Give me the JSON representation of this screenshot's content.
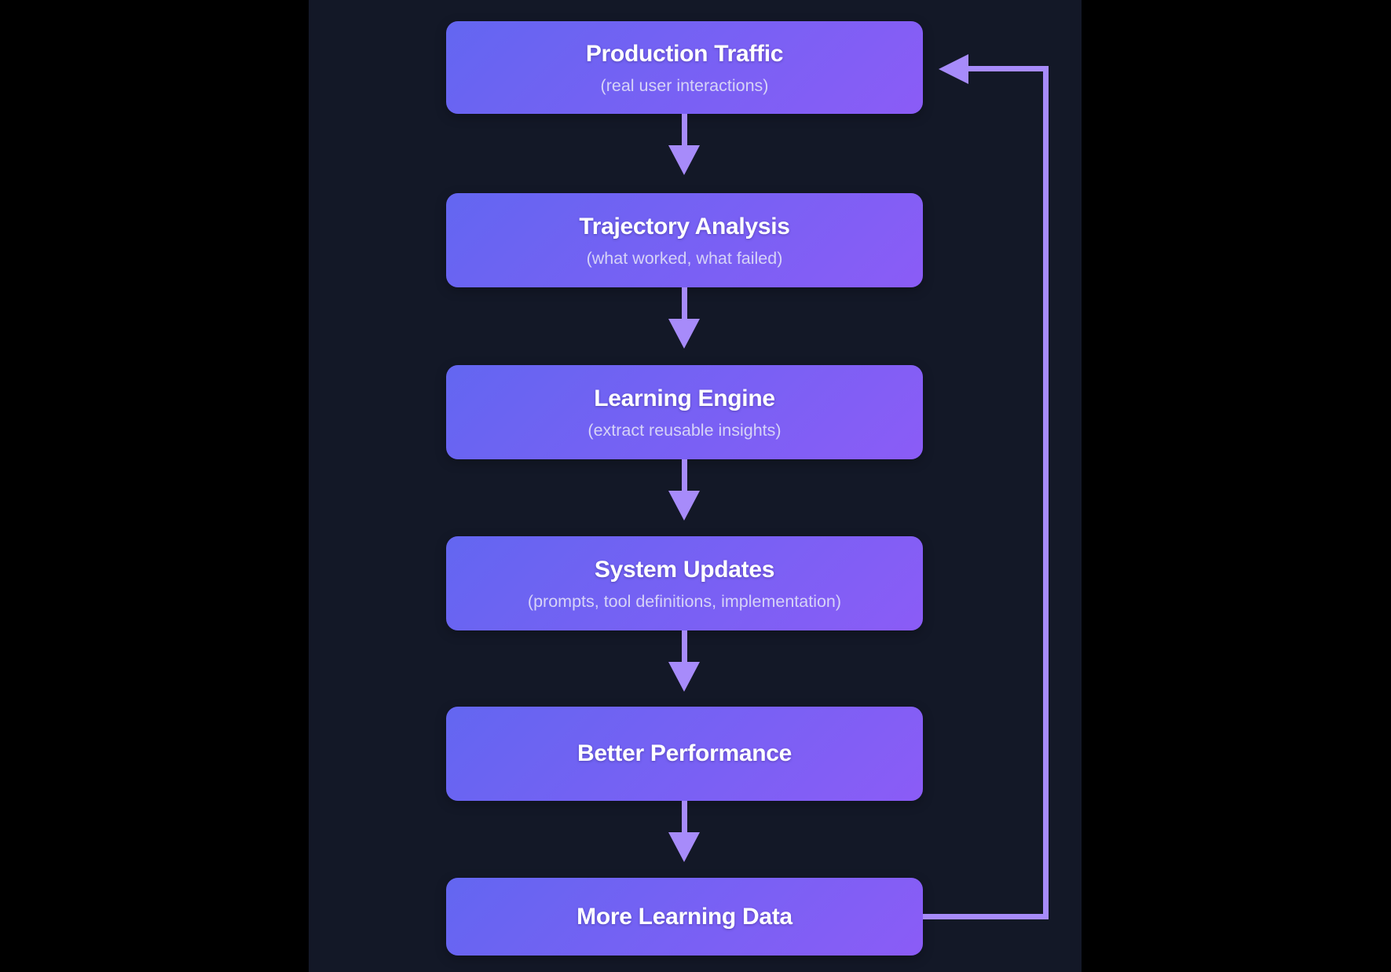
{
  "diagram": {
    "type": "flowchart",
    "nodes": [
      {
        "id": "production-traffic",
        "title": "Production Traffic",
        "subtitle": "(real user interactions)"
      },
      {
        "id": "trajectory-analysis",
        "title": "Trajectory Analysis",
        "subtitle": "(what worked, what failed)"
      },
      {
        "id": "learning-engine",
        "title": "Learning Engine",
        "subtitle": "(extract reusable insights)"
      },
      {
        "id": "system-updates",
        "title": "System Updates",
        "subtitle": "(prompts, tool definitions, implementation)"
      },
      {
        "id": "better-performance",
        "title": "Better Performance",
        "subtitle": ""
      },
      {
        "id": "more-learning-data",
        "title": "More Learning Data",
        "subtitle": ""
      }
    ],
    "edges": [
      {
        "from": "production-traffic",
        "to": "trajectory-analysis",
        "type": "down-arrow"
      },
      {
        "from": "trajectory-analysis",
        "to": "learning-engine",
        "type": "down-arrow"
      },
      {
        "from": "learning-engine",
        "to": "system-updates",
        "type": "down-arrow"
      },
      {
        "from": "system-updates",
        "to": "better-performance",
        "type": "down-arrow"
      },
      {
        "from": "better-performance",
        "to": "more-learning-data",
        "type": "down-arrow"
      },
      {
        "from": "more-learning-data",
        "to": "production-traffic",
        "type": "feedback-loop-right"
      }
    ],
    "colors": {
      "outer_background": "#000000",
      "panel_background": "#131827",
      "node_gradient_from": "#6366f1",
      "node_gradient_to": "#8b5cf6",
      "node_title_text": "#ffffff",
      "node_subtitle_text": "#d6d3f7",
      "arrow": "#a78bfa"
    }
  }
}
